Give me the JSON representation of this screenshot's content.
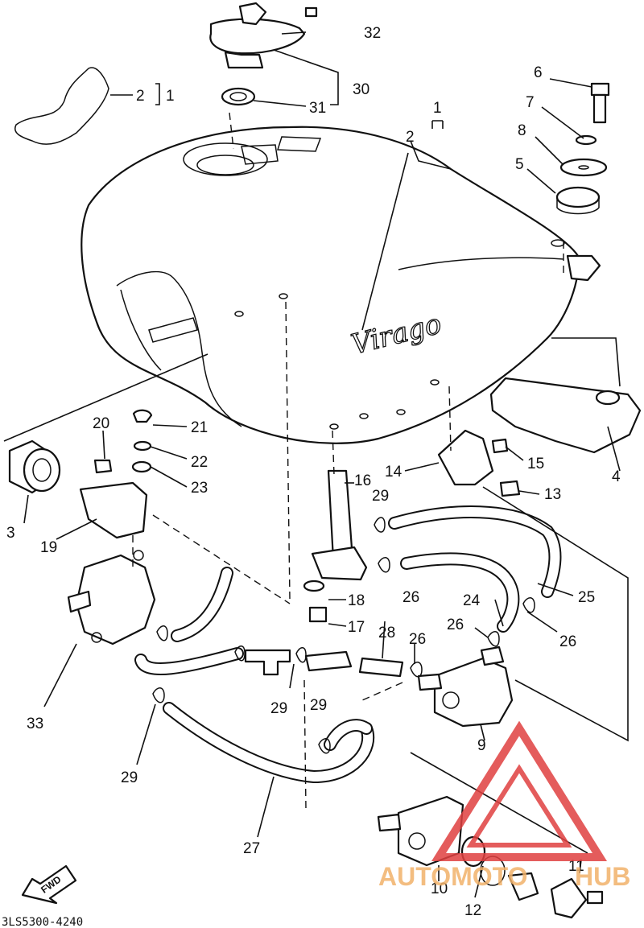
{
  "diagram": {
    "brand_script": "Virago",
    "drawing_code": "3LS5300-4240",
    "fwd_label": "FWD",
    "watermark": {
      "part1": "AUTOMOTO",
      "part2": "HUB",
      "color_orange": "#f2b26b",
      "color_red": "#e04040"
    },
    "callouts": [
      {
        "id": "c1a",
        "text": "1"
      },
      {
        "id": "c2a",
        "text": "2"
      },
      {
        "id": "c1b",
        "text": "1"
      },
      {
        "id": "c2b",
        "text": "2"
      },
      {
        "id": "c3",
        "text": "3"
      },
      {
        "id": "c4",
        "text": "4"
      },
      {
        "id": "c5",
        "text": "5"
      },
      {
        "id": "c6",
        "text": "6"
      },
      {
        "id": "c7",
        "text": "7"
      },
      {
        "id": "c8",
        "text": "8"
      },
      {
        "id": "c9",
        "text": "9"
      },
      {
        "id": "c10",
        "text": "10"
      },
      {
        "id": "c11",
        "text": "11"
      },
      {
        "id": "c12",
        "text": "12"
      },
      {
        "id": "c13",
        "text": "13"
      },
      {
        "id": "c14",
        "text": "14"
      },
      {
        "id": "c15",
        "text": "15"
      },
      {
        "id": "c16",
        "text": "16"
      },
      {
        "id": "c17",
        "text": "17"
      },
      {
        "id": "c18",
        "text": "18"
      },
      {
        "id": "c19",
        "text": "19"
      },
      {
        "id": "c20",
        "text": "20"
      },
      {
        "id": "c21",
        "text": "21"
      },
      {
        "id": "c22",
        "text": "22"
      },
      {
        "id": "c23",
        "text": "23"
      },
      {
        "id": "c24",
        "text": "24"
      },
      {
        "id": "c25",
        "text": "25"
      },
      {
        "id": "c26a",
        "text": "26"
      },
      {
        "id": "c26b",
        "text": "26"
      },
      {
        "id": "c26c",
        "text": "26"
      },
      {
        "id": "c26d",
        "text": "26"
      },
      {
        "id": "c27",
        "text": "27"
      },
      {
        "id": "c28",
        "text": "28"
      },
      {
        "id": "c29a",
        "text": "29"
      },
      {
        "id": "c29b",
        "text": "29"
      },
      {
        "id": "c29c",
        "text": "29"
      },
      {
        "id": "c29d",
        "text": "29"
      },
      {
        "id": "c30",
        "text": "30"
      },
      {
        "id": "c31",
        "text": "31"
      },
      {
        "id": "c32",
        "text": "32"
      },
      {
        "id": "c33",
        "text": "33"
      }
    ]
  }
}
